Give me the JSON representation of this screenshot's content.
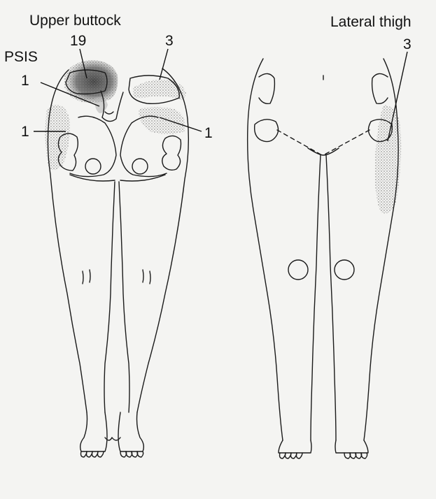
{
  "labels": {
    "upper_buttock": "Upper buttock",
    "lateral_thigh": "Lateral thigh",
    "psis": "PSIS",
    "count_upper_buttock": "19",
    "count_right_iliac_crest": "3",
    "count_psis": "1",
    "count_left_lateral_buttock": "1",
    "count_right_buttock": "1",
    "count_lateral_thigh": "3"
  },
  "colors": {
    "background": "#f4f4f2",
    "outline": "#1a1a1a",
    "shading_dark": "#4a4a4a",
    "shading_light": "#b0b0b0"
  }
}
